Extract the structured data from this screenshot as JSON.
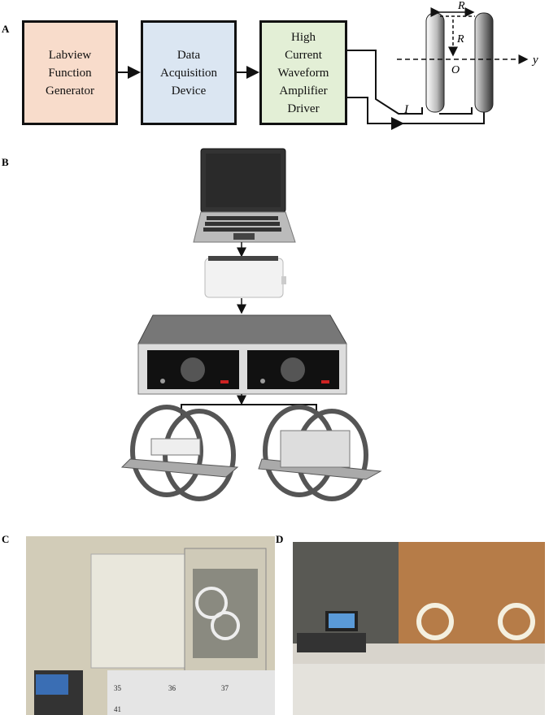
{
  "panels": {
    "a": "A",
    "b": "B",
    "c": "C",
    "d": "D"
  },
  "schematic": {
    "box1": "Labview\nFunction\nGenerator",
    "box2": "Data\nAcquisition\nDevice",
    "box3": "High\nCurrent\nWaveform\nAmplifier\nDriver",
    "current_label": "I",
    "radius_top": "R",
    "radius_side": "R",
    "origin_label": "O",
    "axis_label": "y",
    "colors": {
      "box1": "#f8dccb",
      "box2": "#dbe6f2",
      "box3": "#e3efd6"
    }
  },
  "photo_c": {
    "drawer_labels": [
      "35",
      "36",
      "37",
      "41"
    ]
  }
}
